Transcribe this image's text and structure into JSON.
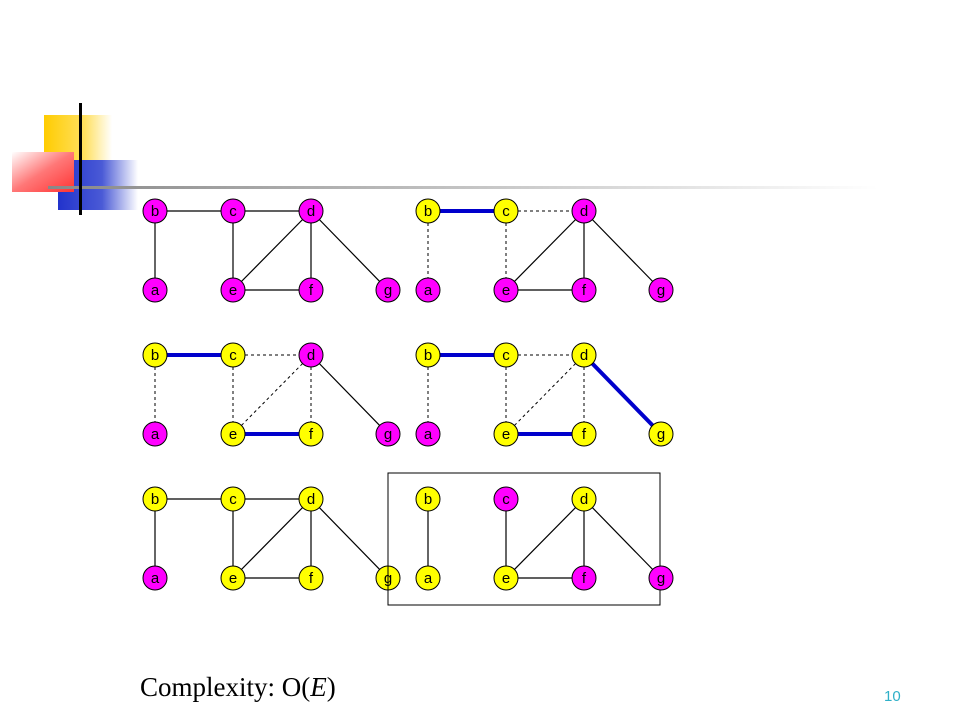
{
  "slide": {
    "complexity_label": "Complexity: ",
    "complexity_expr": "O(",
    "complexity_var": "E",
    "complexity_close": ")",
    "page_number": "10"
  },
  "colors": {
    "yellow": "#ffff00",
    "magenta": "#ff00ff",
    "highlight_edge": "#0000cc",
    "deco_yellow": "#ffcc00",
    "deco_red": "#ff3333",
    "deco_blue": "#2233cc",
    "page_number": "#2fb0c8"
  },
  "graphs": [
    {
      "name": "graph-1",
      "framed": false,
      "nodes": {
        "a": "magenta",
        "b": "magenta",
        "c": "magenta",
        "d": "magenta",
        "e": "magenta",
        "f": "magenta",
        "g": "magenta"
      },
      "edges": [
        {
          "from": "b",
          "to": "c",
          "style": "solid"
        },
        {
          "from": "c",
          "to": "d",
          "style": "solid"
        },
        {
          "from": "b",
          "to": "a",
          "style": "solid"
        },
        {
          "from": "c",
          "to": "e",
          "style": "solid"
        },
        {
          "from": "d",
          "to": "e",
          "style": "solid"
        },
        {
          "from": "d",
          "to": "f",
          "style": "solid"
        },
        {
          "from": "d",
          "to": "g",
          "style": "solid"
        },
        {
          "from": "e",
          "to": "f",
          "style": "solid"
        }
      ]
    },
    {
      "name": "graph-2",
      "framed": false,
      "nodes": {
        "a": "magenta",
        "b": "yellow",
        "c": "yellow",
        "d": "magenta",
        "e": "magenta",
        "f": "magenta",
        "g": "magenta"
      },
      "edges": [
        {
          "from": "b",
          "to": "c",
          "style": "bold"
        },
        {
          "from": "c",
          "to": "d",
          "style": "dashed"
        },
        {
          "from": "b",
          "to": "a",
          "style": "dashed"
        },
        {
          "from": "c",
          "to": "e",
          "style": "dashed"
        },
        {
          "from": "d",
          "to": "e",
          "style": "solid"
        },
        {
          "from": "d",
          "to": "f",
          "style": "solid"
        },
        {
          "from": "d",
          "to": "g",
          "style": "solid"
        },
        {
          "from": "e",
          "to": "f",
          "style": "solid"
        }
      ]
    },
    {
      "name": "graph-3",
      "framed": false,
      "nodes": {
        "a": "magenta",
        "b": "yellow",
        "c": "yellow",
        "d": "magenta",
        "e": "yellow",
        "f": "yellow",
        "g": "magenta"
      },
      "edges": [
        {
          "from": "b",
          "to": "c",
          "style": "bold"
        },
        {
          "from": "c",
          "to": "d",
          "style": "dashed"
        },
        {
          "from": "b",
          "to": "a",
          "style": "dashed"
        },
        {
          "from": "c",
          "to": "e",
          "style": "dashed"
        },
        {
          "from": "d",
          "to": "e",
          "style": "dashed"
        },
        {
          "from": "d",
          "to": "f",
          "style": "dashed"
        },
        {
          "from": "d",
          "to": "g",
          "style": "solid"
        },
        {
          "from": "e",
          "to": "f",
          "style": "bold"
        }
      ]
    },
    {
      "name": "graph-4",
      "framed": false,
      "nodes": {
        "a": "magenta",
        "b": "yellow",
        "c": "yellow",
        "d": "yellow",
        "e": "yellow",
        "f": "yellow",
        "g": "yellow"
      },
      "edges": [
        {
          "from": "b",
          "to": "c",
          "style": "bold"
        },
        {
          "from": "c",
          "to": "d",
          "style": "dashed"
        },
        {
          "from": "b",
          "to": "a",
          "style": "dashed"
        },
        {
          "from": "c",
          "to": "e",
          "style": "dashed"
        },
        {
          "from": "d",
          "to": "e",
          "style": "dashed"
        },
        {
          "from": "d",
          "to": "f",
          "style": "dashed"
        },
        {
          "from": "d",
          "to": "g",
          "style": "bold"
        },
        {
          "from": "e",
          "to": "f",
          "style": "bold"
        }
      ]
    },
    {
      "name": "graph-5",
      "framed": false,
      "nodes": {
        "a": "magenta",
        "b": "yellow",
        "c": "yellow",
        "d": "yellow",
        "e": "yellow",
        "f": "yellow",
        "g": "yellow"
      },
      "edges": [
        {
          "from": "b",
          "to": "c",
          "style": "solid"
        },
        {
          "from": "c",
          "to": "d",
          "style": "solid"
        },
        {
          "from": "b",
          "to": "a",
          "style": "solid"
        },
        {
          "from": "c",
          "to": "e",
          "style": "solid"
        },
        {
          "from": "d",
          "to": "e",
          "style": "solid"
        },
        {
          "from": "d",
          "to": "f",
          "style": "solid"
        },
        {
          "from": "d",
          "to": "g",
          "style": "solid"
        },
        {
          "from": "e",
          "to": "f",
          "style": "solid"
        }
      ]
    },
    {
      "name": "graph-6",
      "framed": true,
      "nodes": {
        "a": "yellow",
        "b": "yellow",
        "c": "magenta",
        "d": "yellow",
        "e": "yellow",
        "f": "magenta",
        "g": "magenta"
      },
      "edges": [
        {
          "from": "b",
          "to": "c",
          "style": "none"
        },
        {
          "from": "c",
          "to": "d",
          "style": "none"
        },
        {
          "from": "b",
          "to": "a",
          "style": "solid"
        },
        {
          "from": "c",
          "to": "e",
          "style": "solid"
        },
        {
          "from": "d",
          "to": "e",
          "style": "solid"
        },
        {
          "from": "d",
          "to": "f",
          "style": "solid"
        },
        {
          "from": "d",
          "to": "g",
          "style": "solid"
        },
        {
          "from": "e",
          "to": "f",
          "style": "solid"
        }
      ]
    }
  ]
}
